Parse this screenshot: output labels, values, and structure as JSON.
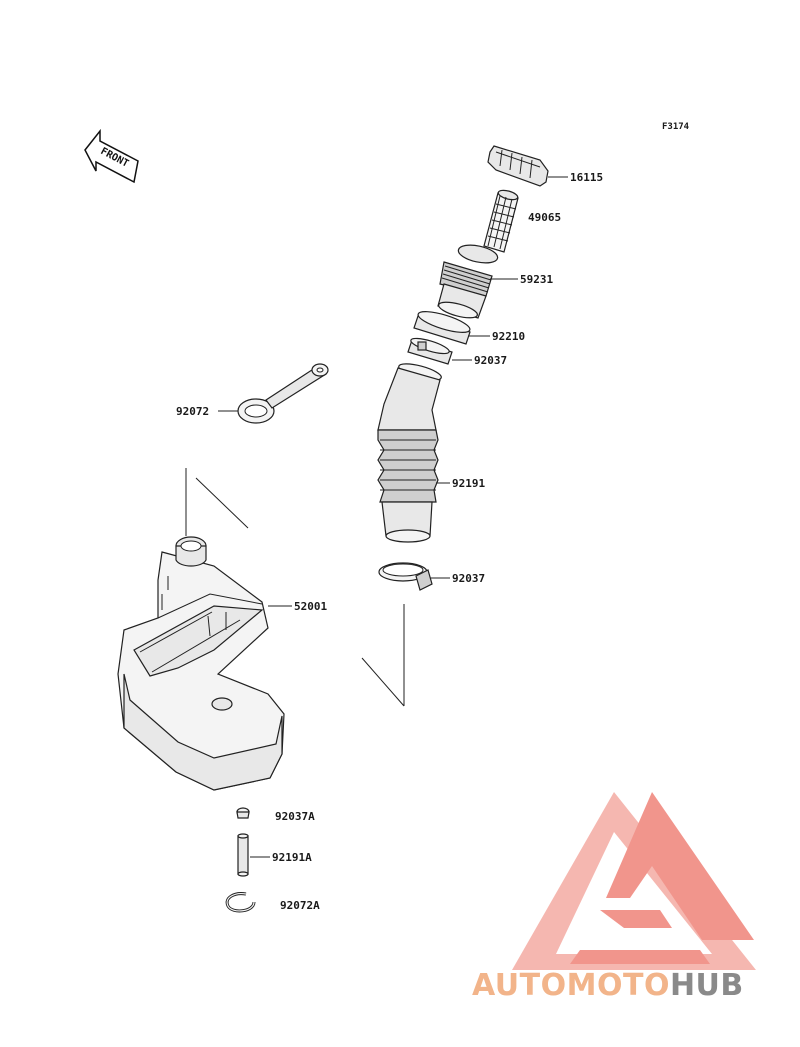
{
  "figure": {
    "code": "F3174",
    "front_label": "FRONT"
  },
  "parts": [
    {
      "id": "cap",
      "number": "16115"
    },
    {
      "id": "strainer",
      "number": "49065"
    },
    {
      "id": "filler-neck",
      "number": "59231"
    },
    {
      "id": "ring",
      "number": "92210"
    },
    {
      "id": "upper-clamp",
      "number": "92037"
    },
    {
      "id": "band",
      "number": "92072"
    },
    {
      "id": "filler-hose",
      "number": "92191"
    },
    {
      "id": "lower-clamp",
      "number": "92037"
    },
    {
      "id": "tank",
      "number": "52001"
    },
    {
      "id": "small-clamp",
      "number": "92037A"
    },
    {
      "id": "vent-hose",
      "number": "92191A"
    },
    {
      "id": "small-band",
      "number": "92072A"
    }
  ],
  "watermark": {
    "text_part1": "AUTOMOTO",
    "text_part2": "HUB",
    "color_primary": "#f08a80",
    "color_secondary": "#f2b48a",
    "color_dark": "#8a8a8a"
  }
}
